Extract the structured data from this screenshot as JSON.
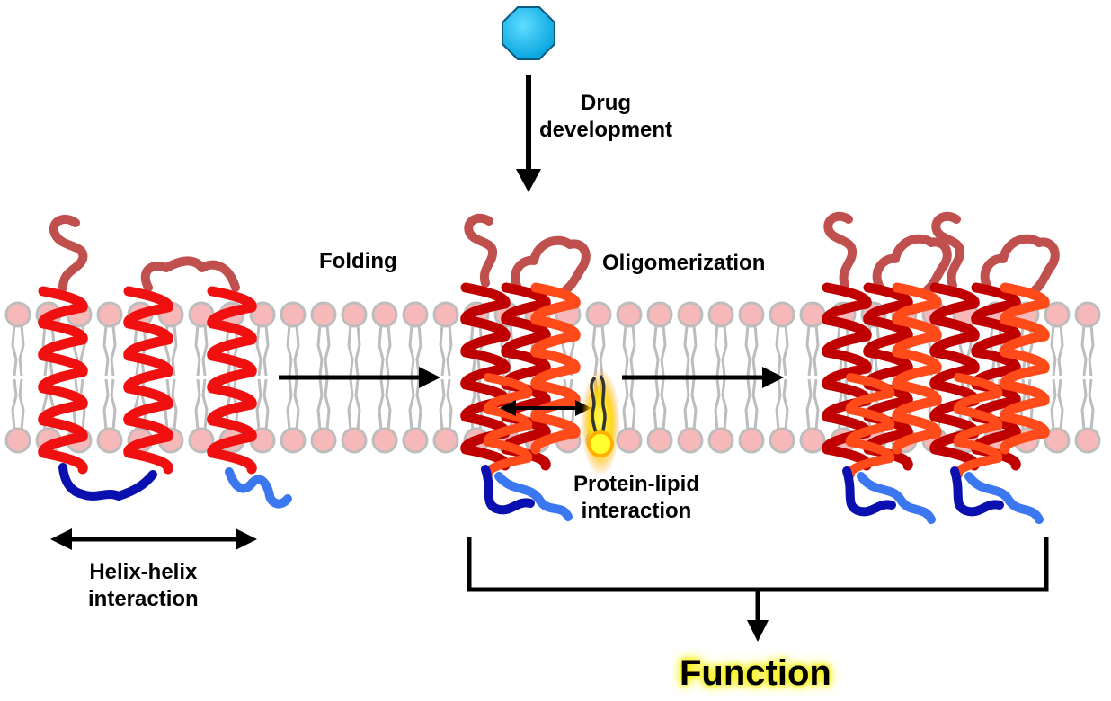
{
  "labels": {
    "drug_development_line1": "Drug",
    "drug_development_line2": "development",
    "folding": "Folding",
    "oligomerization": "Oligomerization",
    "protein_lipid_line1": "Protein-lipid",
    "protein_lipid_line2": "interaction",
    "helix_helix_line1": "Helix-helix",
    "helix_helix_line2": "interaction",
    "function": "Function"
  },
  "colors": {
    "helix_red": "#f01010",
    "helix_dark_red": "#c00000",
    "helix_orange": "#ff4a1a",
    "loop": "#c0504d",
    "tail_dark_blue": "#0a10b0",
    "tail_light_blue": "#3b78f0",
    "lipid_head": "#f6b8b8",
    "lipid_outline": "#bdbdbd",
    "drug": "#10b8f0",
    "glow": "#f5f000",
    "arrow": "#000000"
  }
}
